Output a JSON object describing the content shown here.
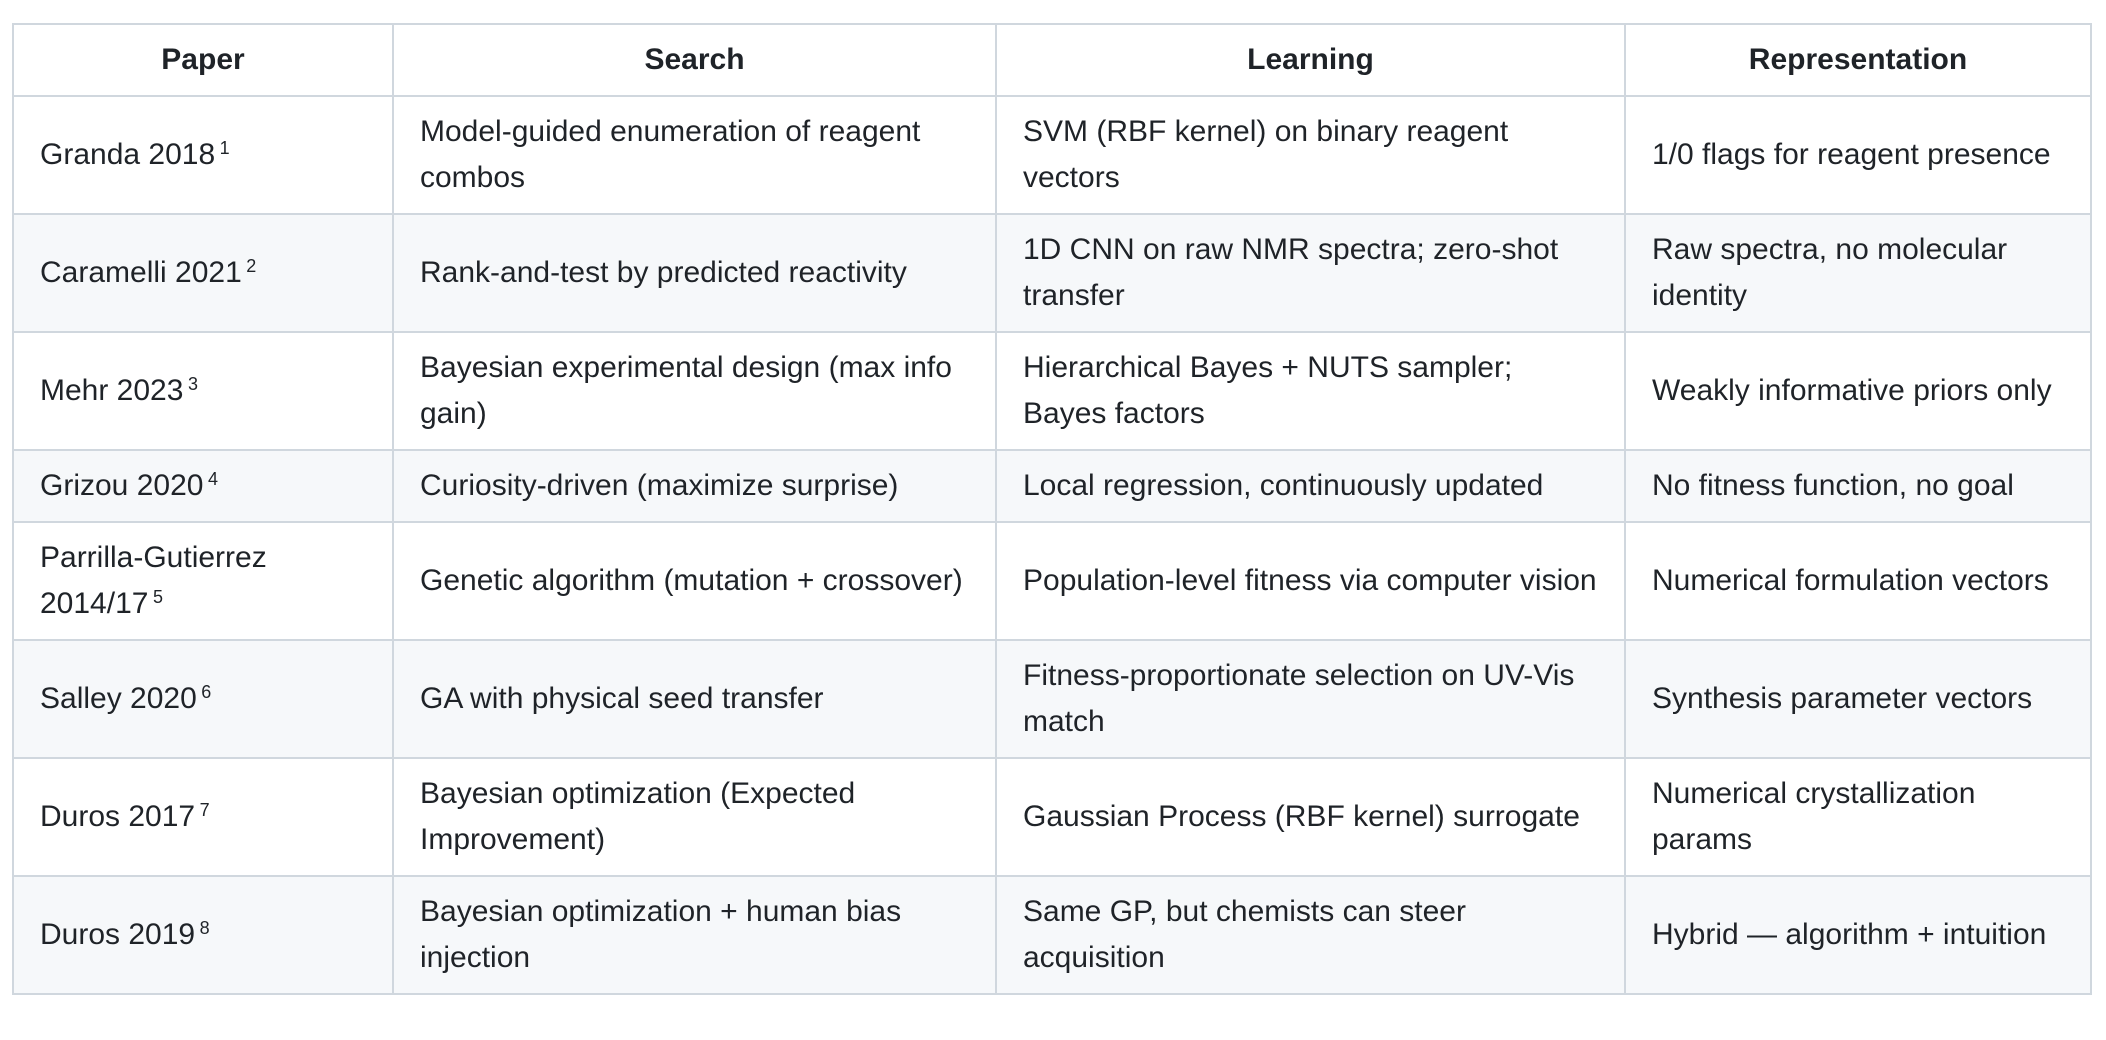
{
  "table": {
    "columns": [
      "Paper",
      "Search",
      "Learning",
      "Representation"
    ],
    "rows": [
      {
        "paper": "Granda 2018",
        "ref": "1",
        "search": "Model-guided enumeration of reagent combos",
        "learning": "SVM (RBF kernel) on binary reagent vectors",
        "representation": "1/0 flags for reagent presence"
      },
      {
        "paper": "Caramelli 2021",
        "ref": "2",
        "search": "Rank-and-test by predicted reactivity",
        "learning": "1D CNN on raw NMR spectra; zero-shot transfer",
        "representation": "Raw spectra, no molecular identity"
      },
      {
        "paper": "Mehr 2023",
        "ref": "3",
        "search": "Bayesian experimental design (max info gain)",
        "learning": "Hierarchical Bayes + NUTS sampler; Bayes factors",
        "representation": "Weakly informative priors only"
      },
      {
        "paper": "Grizou 2020",
        "ref": "4",
        "search": "Curiosity-driven (maximize surprise)",
        "learning": "Local regression, continuously updated",
        "representation": "No fitness function, no goal"
      },
      {
        "paper": "Parrilla-Gutierrez 2014/17",
        "ref": "5",
        "search": "Genetic algorithm (mutation + crossover)",
        "learning": "Population-level fitness via computer vision",
        "representation": "Numerical formulation vectors"
      },
      {
        "paper": "Salley 2020",
        "ref": "6",
        "search": "GA with physical seed transfer",
        "learning": "Fitness-proportionate selection on UV-Vis match",
        "representation": "Synthesis parameter vectors"
      },
      {
        "paper": "Duros 2017",
        "ref": "7",
        "search": "Bayesian optimization (Expected Improvement)",
        "learning": "Gaussian Process (RBF kernel) surrogate",
        "representation": "Numerical crystallization params"
      },
      {
        "paper": "Duros 2019",
        "ref": "8",
        "search": "Bayesian optimization + human bias injection",
        "learning": "Same GP, but chemists can steer acquisition",
        "representation": "Hybrid — algorithm + intuition"
      }
    ],
    "colors": {
      "border": "#d0d7de",
      "alt_row_bg": "#f6f8fa",
      "text": "#1f2328",
      "background": "#ffffff"
    }
  }
}
